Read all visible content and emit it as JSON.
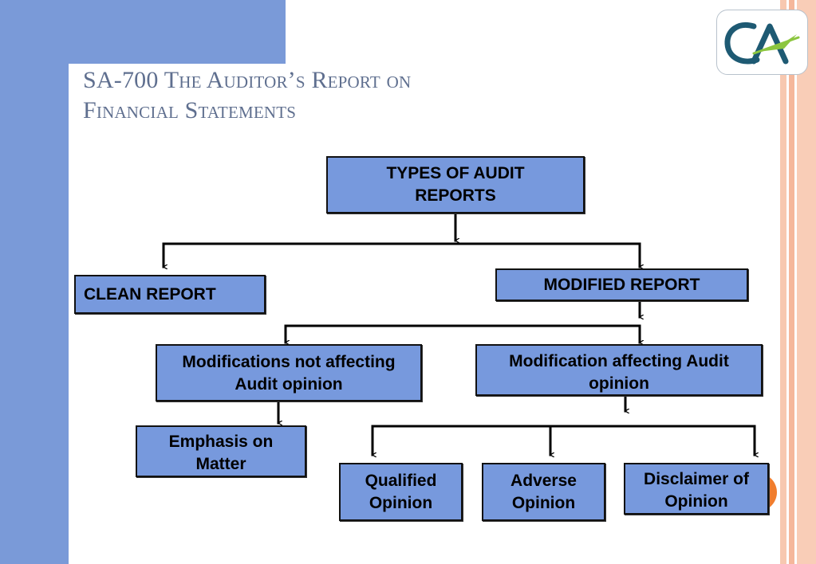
{
  "title": {
    "line1": "SA-700 The Auditor’s Report on",
    "line2": "Financial Statements"
  },
  "logo": {
    "text": "CA",
    "icon": "ca-logo"
  },
  "diagram": {
    "root": "TYPES OF AUDIT REPORTS",
    "clean": "CLEAN REPORT",
    "modified": "MODIFIED REPORT",
    "not_affecting": "Modifications not affecting  Audit opinion",
    "affecting": "Modification affecting Audit opinion",
    "emphasis": "Emphasis on Matter",
    "qualified": "Qualified Opinion",
    "adverse": "Adverse Opinion",
    "disclaimer": "Disclaimer of Opinion"
  },
  "colors": {
    "box_fill": "#7799dd",
    "side_bar": "#7a9ad8",
    "stripe": "#f7c8b0",
    "accent_dot": "#f07d2e",
    "title": "#5f6f8f",
    "logo_blue": "#1e5a73",
    "logo_green": "#8cc63f"
  }
}
